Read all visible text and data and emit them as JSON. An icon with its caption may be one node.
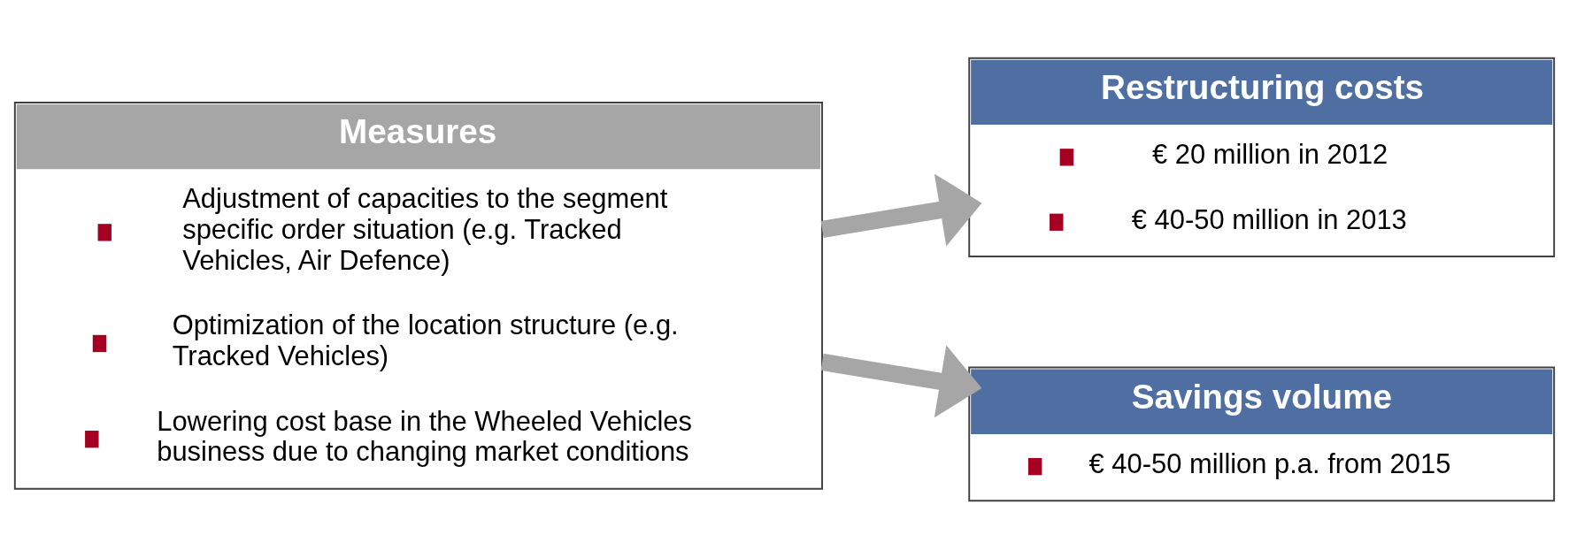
{
  "diagram": {
    "nodes": [
      {
        "text": [
          "Measures",
          "Adjustment of capacities to the segment specific order situation (e.g. Tracked Vehicles, Air Defence)",
          "Optimization of the location structure (e.g. Tracked Vehicles)",
          "Lowering cost base in the Wheeled Vehicles business due to changing market conditions"
        ]
      },
      {
        "text": [
          "Restructuring costs",
          "€ 20 million in 2012",
          "€ 40-50 million in 2013"
        ]
      },
      {
        "text": [
          "Savings volume",
          "€ 40-50 million p.a. from 2015"
        ]
      }
    ],
    "edges": [
      {
        "from": 0,
        "to": 1,
        "arrow": "to"
      },
      {
        "from": 0,
        "to": 2,
        "arrow": "to"
      }
    ]
  }
}
